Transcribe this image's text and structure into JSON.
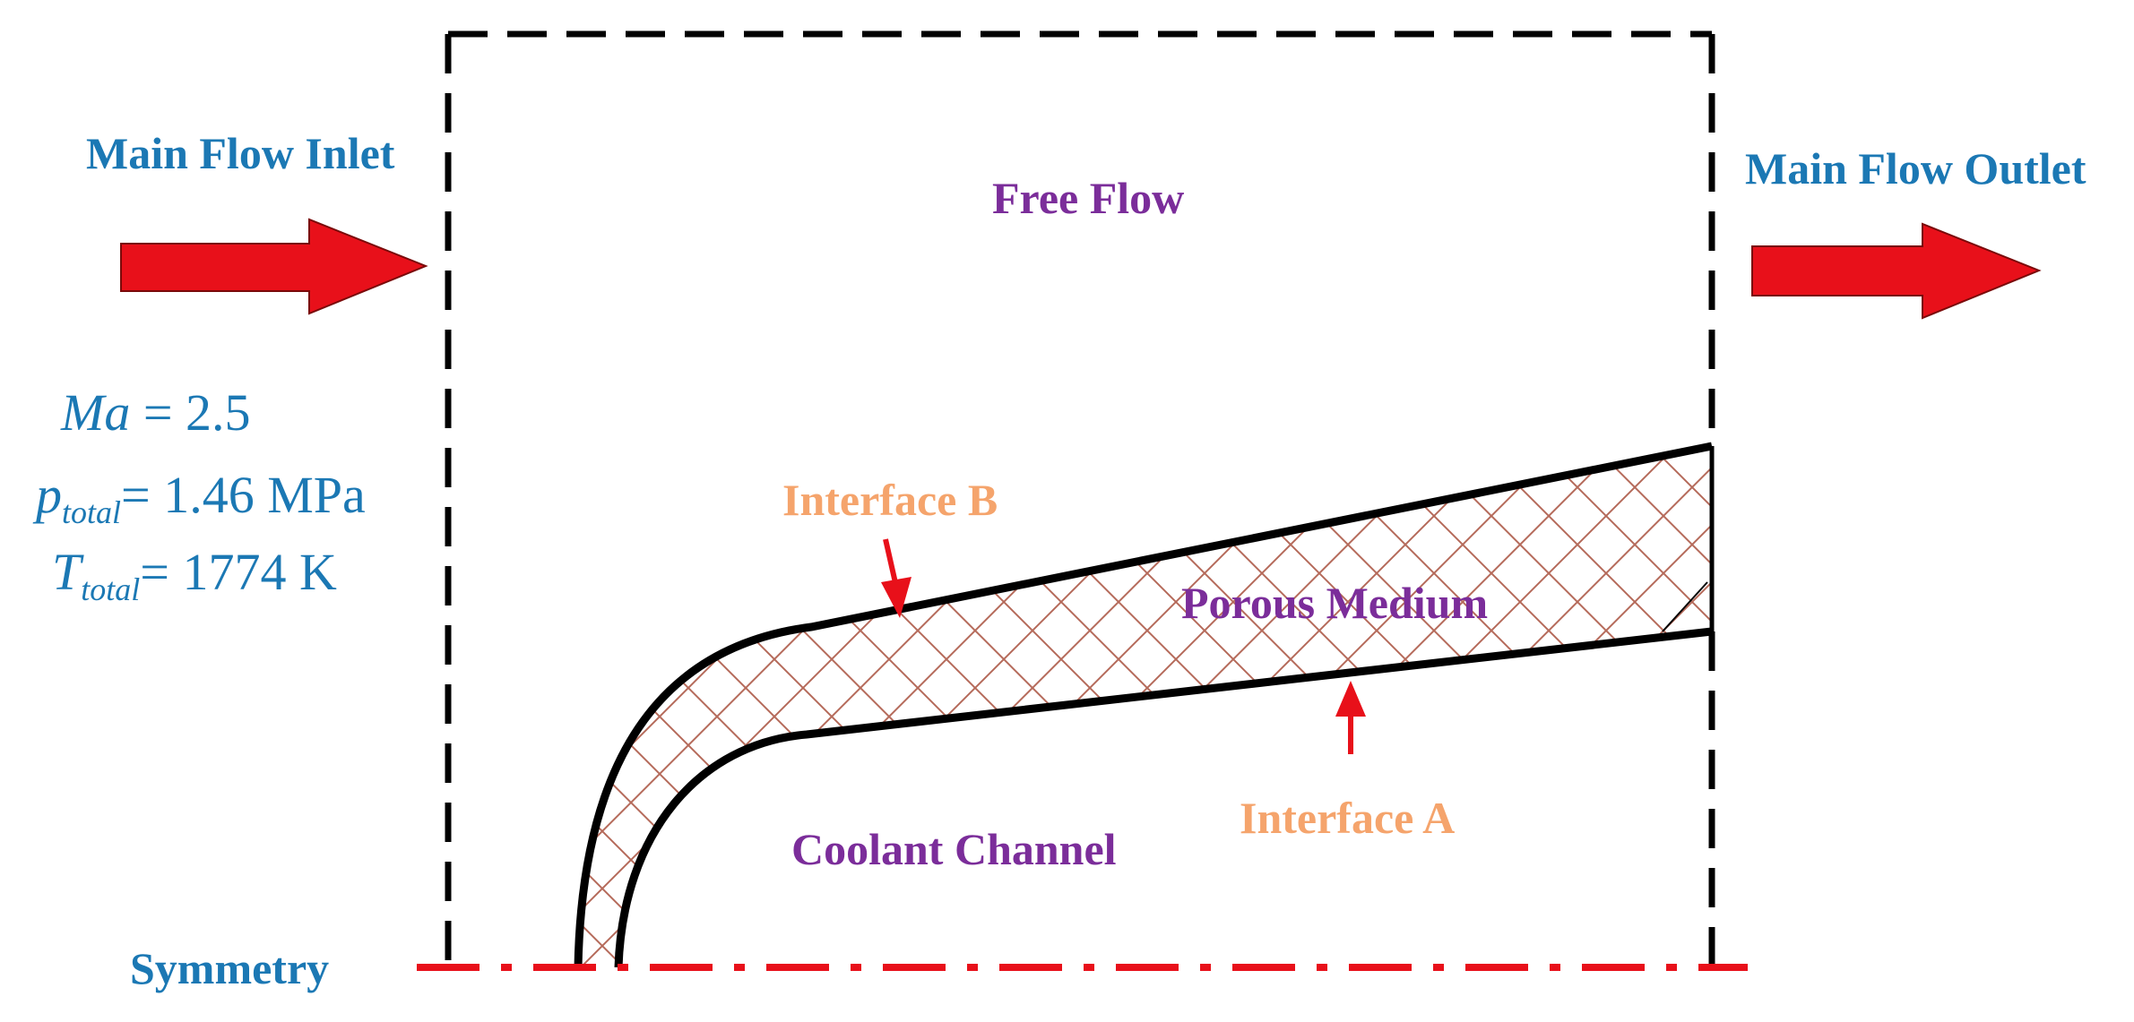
{
  "labels": {
    "inlet": "Main Flow Inlet",
    "outlet": "Main Flow Outlet",
    "free_flow": "Free Flow",
    "porous": "Porous Medium",
    "coolant": "Coolant Channel",
    "interface_a": "Interface A",
    "interface_b": "Interface B",
    "symmetry": "Symmetry"
  },
  "conditions": {
    "ma_symbol": "Ma",
    "ma_value": "= 2.5",
    "p_symbol": "p",
    "p_sub": "total",
    "p_value": "= 1.46 MPa",
    "t_symbol": "T",
    "t_sub": "total",
    "t_value": "= 1774 K"
  },
  "colors": {
    "arrow": "#e8101a",
    "boundary": "#000000",
    "hatch": "#b56a5a",
    "symmetry_line": "#e8101a",
    "label_blue": "#1b78b4",
    "label_purple": "#7b2d9a",
    "label_orange": "#f5a46c"
  }
}
